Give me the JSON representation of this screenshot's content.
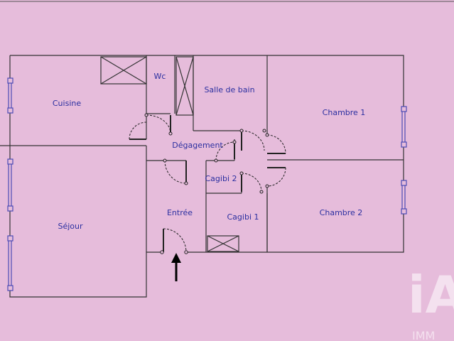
{
  "rooms": {
    "cuisine": "Cuisine",
    "wc": "Wc",
    "salle_de_bain": "Salle de bain",
    "chambre_1": "Chambre 1",
    "degagement": "Dégagement",
    "cagibi_2": "Cagibi 2",
    "entree": "Entrée",
    "cagibi_1": "Cagibi 1",
    "chambre_2": "Chambre 2",
    "sejour": "Séjour"
  },
  "watermark": {
    "logo": "iA",
    "text": "IMM"
  },
  "colors": {
    "background": "#e6bcdb",
    "label": "#2b2fa0",
    "window": "#4b4bb5",
    "wall": "#333333"
  }
}
